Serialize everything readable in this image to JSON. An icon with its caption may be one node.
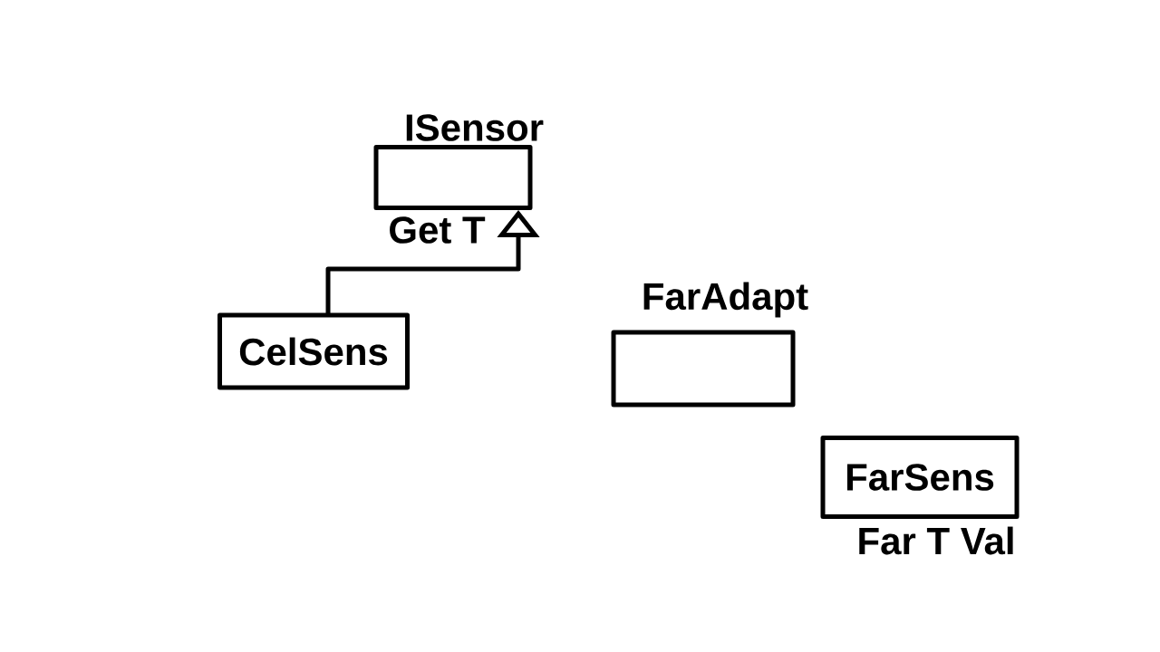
{
  "diagram": {
    "nodes": [
      {
        "text": [
          "ISensor"
        ],
        "beside": [
          "Get T"
        ]
      },
      {
        "text": [
          "CelSens"
        ]
      },
      {
        "text": [
          "FarAdapt"
        ]
      },
      {
        "text": [
          "FarSens"
        ],
        "beside": [
          "Far T Val"
        ]
      }
    ],
    "edges": [
      {
        "from": 1,
        "to": 0,
        "arrow": "to"
      }
    ]
  }
}
